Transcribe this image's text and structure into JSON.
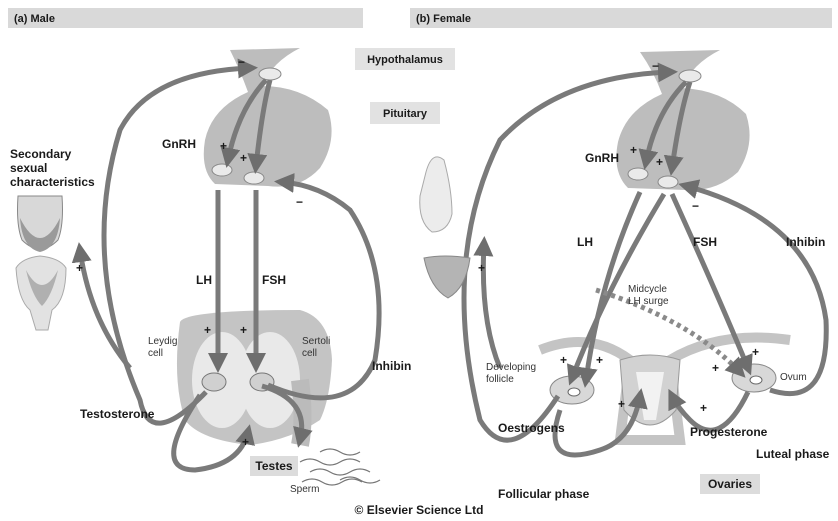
{
  "panels": {
    "male": {
      "title": "(a) Male",
      "hypothalamus": "Hypothalamus",
      "pituitary": "Pituitary",
      "gnrh": "GnRH",
      "secondary": [
        "Secondary",
        "sexual",
        "characteristics"
      ],
      "lh": "LH",
      "fsh": "FSH",
      "leydig": [
        "Leydig",
        "cell"
      ],
      "sertoli": [
        "Sertoli",
        "cell"
      ],
      "inhibin": "Inhibin",
      "testosterone": "Testosterone",
      "testes": "Testes",
      "sperm": "Sperm"
    },
    "female": {
      "title": "(b) Female",
      "gnrh": "GnRH",
      "lh": "LH",
      "fsh": "FSH",
      "inhibin": "Inhibin",
      "midcycle": [
        "Midcycle",
        "LH surge"
      ],
      "developing": [
        "Developing",
        "follicle"
      ],
      "ovum": "Ovum",
      "oestrogens": "Oestrogens",
      "progesterone": "Progesterone",
      "luteal": "Luteal phase",
      "follicular": "Follicular phase",
      "ovaries": "Ovaries"
    }
  },
  "signs": {
    "plus": "+",
    "minus": "−"
  },
  "copyright": "© Elsevier Science Ltd",
  "colors": {
    "arrow": "#7a7a7a",
    "organ": "#c8c8c8",
    "bar": "#d9d9d9"
  }
}
